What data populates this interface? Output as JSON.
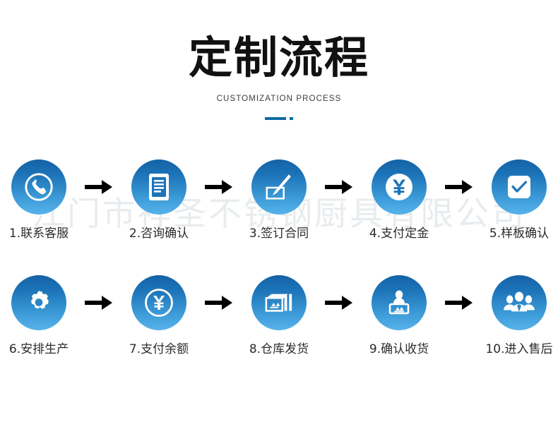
{
  "header": {
    "title": "定制流程",
    "subtitle": "CUSTOMIZATION PROCESS",
    "divider_color": "#0d6ba3"
  },
  "watermark": {
    "text": "江门市祥圣不锈钢厨具有限公司",
    "color": "rgba(120,140,155,0.17)"
  },
  "theme": {
    "bubble_gradient_top": "#1462a6",
    "bubble_gradient_bottom": "#57b2ea",
    "icon_color": "#ffffff",
    "arrow_color": "#000000",
    "label_color": "#2b2b2b",
    "background": "#ffffff"
  },
  "arrow_glyph": "→",
  "rows": [
    {
      "steps": [
        {
          "number": "1.",
          "label": "1.联系客服",
          "icon": "phone-icon"
        },
        {
          "number": "2.",
          "label": "2.咨询确认",
          "icon": "document-list-icon"
        },
        {
          "number": "3.",
          "label": "3.签订合同",
          "icon": "pen-signing-icon"
        },
        {
          "number": "4.",
          "label": "4.支付定金",
          "icon": "yen-circle-icon"
        },
        {
          "number": "5.",
          "label": "5.样板确认",
          "icon": "check-square-icon"
        }
      ]
    },
    {
      "steps": [
        {
          "number": "6.",
          "label": "6.安排生产",
          "icon": "gear-icon"
        },
        {
          "number": "7.",
          "label": "7.支付余额",
          "icon": "yen-coin-icon"
        },
        {
          "number": "8.",
          "label": "8.仓库发货",
          "icon": "warehouse-container-icon"
        },
        {
          "number": "9.",
          "label": "9.确认收货",
          "icon": "person-package-icon"
        },
        {
          "number": "10.",
          "label": "10.进入售后",
          "icon": "people-group-icon"
        }
      ]
    }
  ]
}
